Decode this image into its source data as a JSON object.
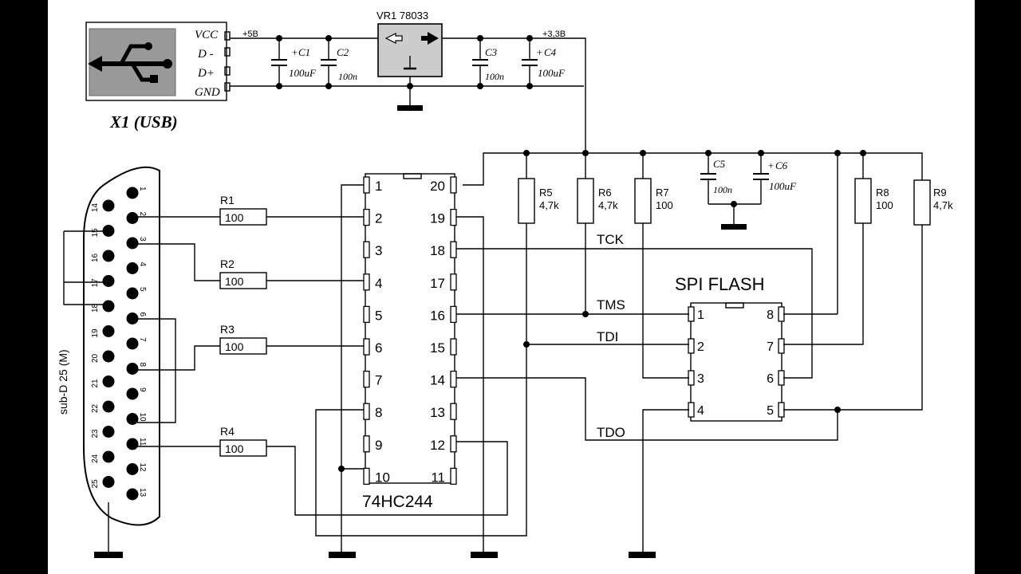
{
  "usb": {
    "pins": [
      "VCC",
      "D -",
      "D+",
      "GND"
    ],
    "name": "X1 (USB)"
  },
  "rails": {
    "v5": "+5B",
    "v33": "+3,3B"
  },
  "regulator": {
    "label": "VR1 78033"
  },
  "caps": [
    {
      "ref": "C1",
      "value": "100uF"
    },
    {
      "ref": "C2",
      "value": "100n"
    },
    {
      "ref": "C3",
      "value": "100n"
    },
    {
      "ref": "C4",
      "value": "100uF"
    },
    {
      "ref": "C5",
      "value": "100n"
    },
    {
      "ref": "C6",
      "value": "100uF"
    }
  ],
  "resistors_series": [
    {
      "ref": "R1",
      "value": "100"
    },
    {
      "ref": "R2",
      "value": "100"
    },
    {
      "ref": "R3",
      "value": "100"
    },
    {
      "ref": "R4",
      "value": "100"
    }
  ],
  "resistors_pull": [
    {
      "ref": "R5",
      "value": "4,7k"
    },
    {
      "ref": "R6",
      "value": "4,7k"
    },
    {
      "ref": "R7",
      "value": "100"
    },
    {
      "ref": "R8",
      "value": "100"
    },
    {
      "ref": "R9",
      "value": "4,7k"
    }
  ],
  "subd": {
    "label": "sub-D 25 (M)",
    "top_row": [
      "1",
      "2",
      "3",
      "4",
      "5",
      "6",
      "7",
      "8",
      "9",
      "10",
      "11",
      "12",
      "13"
    ],
    "bottom_row": [
      "14",
      "15",
      "16",
      "17",
      "18",
      "19",
      "20",
      "21",
      "22",
      "23",
      "24",
      "25"
    ]
  },
  "buffer": {
    "name": "74HC244",
    "left_pins": [
      "1",
      "2",
      "3",
      "4",
      "5",
      "6",
      "7",
      "8",
      "9",
      "10"
    ],
    "right_pins": [
      "20",
      "19",
      "18",
      "17",
      "16",
      "15",
      "14",
      "13",
      "12",
      "11"
    ]
  },
  "flash": {
    "name": "SPI FLASH",
    "left_pins": [
      "1",
      "2",
      "3",
      "4"
    ],
    "right_pins": [
      "8",
      "7",
      "6",
      "5"
    ]
  },
  "signals": {
    "tck": "TCK",
    "tms": "TMS",
    "tdi": "TDI",
    "tdo": "TDO"
  }
}
